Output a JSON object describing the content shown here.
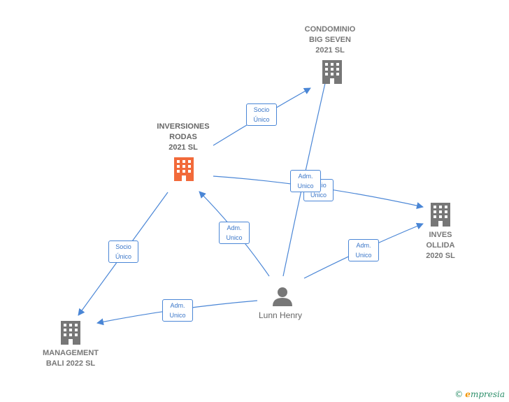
{
  "nodes": {
    "condominio": {
      "label": "CONDOMINIO\nBIG SEVEN\n2021  SL",
      "color": "#777777"
    },
    "inversiones": {
      "label": "INVERSIONES\nRODAS\n2021  SL",
      "color": "#f26a3a"
    },
    "inves": {
      "label": "INVES\nOLLIDA\n2020  SL",
      "color": "#777777"
    },
    "management": {
      "label": "MANAGEMENT\nBALI 2022  SL",
      "color": "#777777"
    },
    "person": {
      "label": "Lunn Henry",
      "color": "#777777"
    }
  },
  "edges": {
    "e1": "Socio\nÚnico",
    "e2": "Adm.\nUnico",
    "e3": "Socio\nÚnico",
    "e4": "Adm.\nUnico",
    "e5": "Socio\nÚnico",
    "e6": "Adm.\nUnico",
    "e7": "Adm.\nUnico"
  },
  "colors": {
    "edge": "#4a86d6",
    "building": "#777777",
    "highlight": "#f26a3a"
  },
  "brand": {
    "copyright": "©",
    "initial": "e",
    "name": "mpresia"
  }
}
